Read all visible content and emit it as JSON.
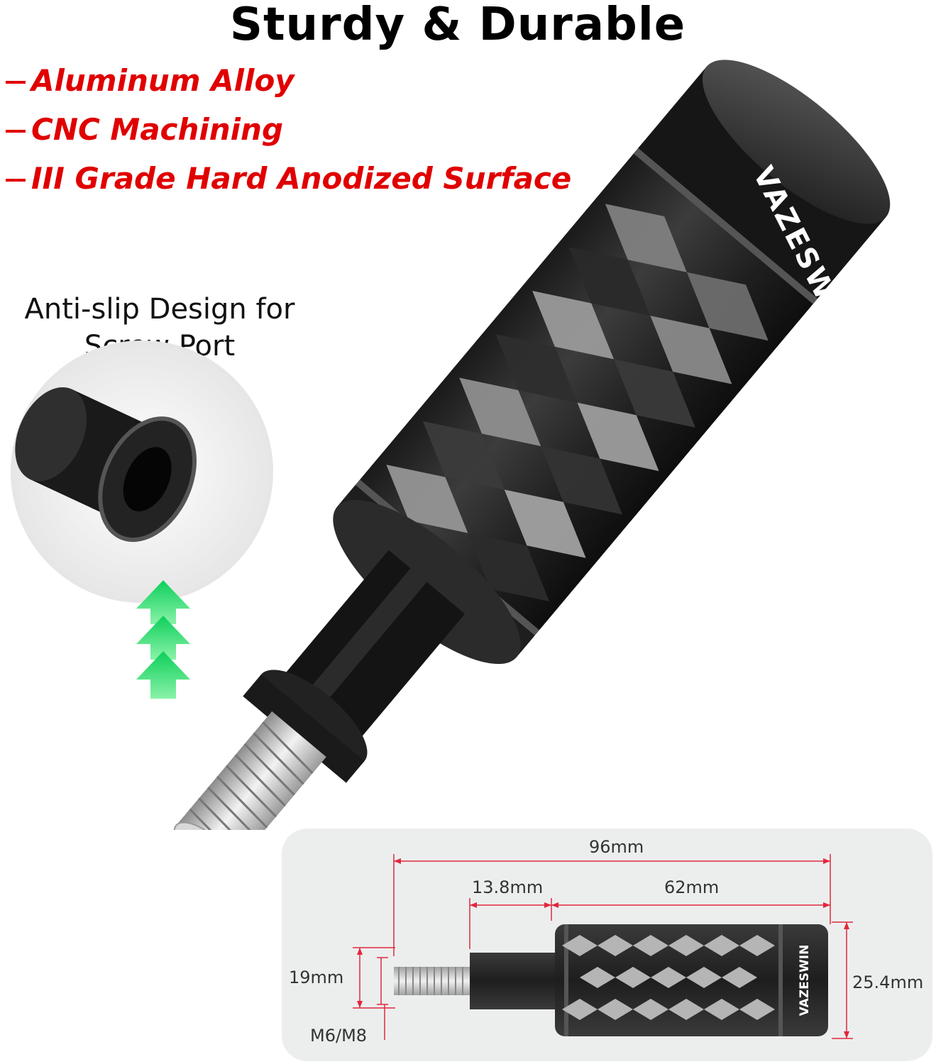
{
  "title": "Sturdy & Durable",
  "features": [
    "Aluminum Alloy",
    "CNC Machining",
    "III Grade Hard Anodized Surface"
  ],
  "callout": {
    "line1": "Anti-slip Design for",
    "line2": "Screw Port"
  },
  "brand": "VAZESWIN",
  "dimensions": {
    "total_length": "96mm",
    "stud_length": "13.8mm",
    "body_length": "62mm",
    "thread_diameter": "19mm",
    "body_diameter": "25.4mm",
    "thread_size": "M6/M8"
  },
  "colors": {
    "accent": "#e00000",
    "arrow": "#1fd36a",
    "dimension_line": "#e0283c"
  }
}
